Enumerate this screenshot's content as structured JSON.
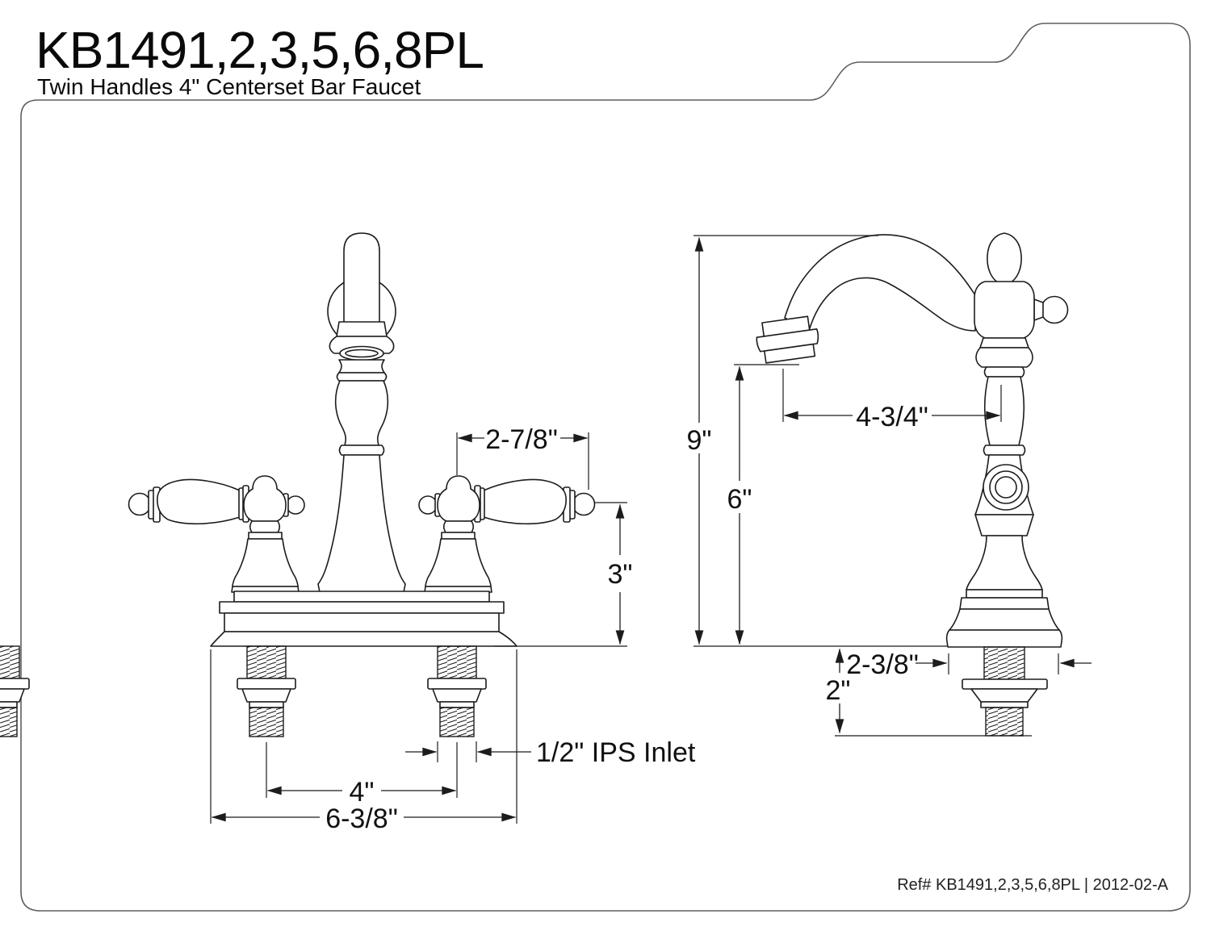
{
  "header": {
    "model": "KB1491,2,3,5,6,8PL",
    "subtitle": "Twin Handles 4\" Centerset Bar Faucet"
  },
  "front_view": {
    "dims": {
      "handle_reach": "2-7/8\"",
      "deck_height": "3\"",
      "faucet_centers": "4\"",
      "overall_width": "6-3/8\"",
      "inlet": "1/2\" IPS Inlet"
    }
  },
  "side_view": {
    "dims": {
      "overall_height": "9\"",
      "spout_height": "6\"",
      "spout_reach": "4-3/4\"",
      "base_width": "2-3/8\"",
      "shank_length": "2\""
    }
  },
  "footer": {
    "ref": "Ref# KB1491,2,3,5,6,8PL | 2012-02-A"
  }
}
